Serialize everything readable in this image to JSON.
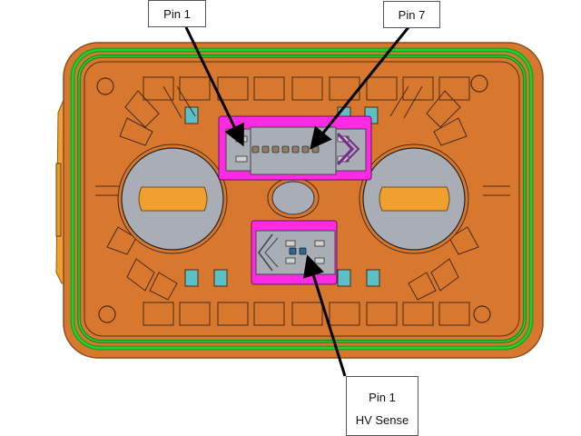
{
  "title": "Connector pinout face view",
  "callouts": {
    "pin1_top": {
      "label": "Pin 1"
    },
    "pin7_top": {
      "label": "Pin 7"
    },
    "hv_sense": {
      "line1": "Pin 1",
      "line2": "HV Sense"
    }
  },
  "connectors": {
    "upper": {
      "pin_count": 7,
      "first_pin": "Pin 1",
      "last_pin": "Pin 7"
    },
    "lower": {
      "pin_count": 2,
      "labeled_pin": "Pin 1",
      "function": "HV Sense"
    }
  },
  "colors": {
    "housing": "#d8782f",
    "housing_edge": "#8a4a1c",
    "seal": "#1fa51f",
    "seal_light": "#36d436",
    "connector_body": "#a8adb6",
    "connector_frame": "#ff2be4",
    "terminal": "#5cc0c8",
    "lug": "#f0a030",
    "pin": "#8a7e6a",
    "arrow": "#000000"
  }
}
